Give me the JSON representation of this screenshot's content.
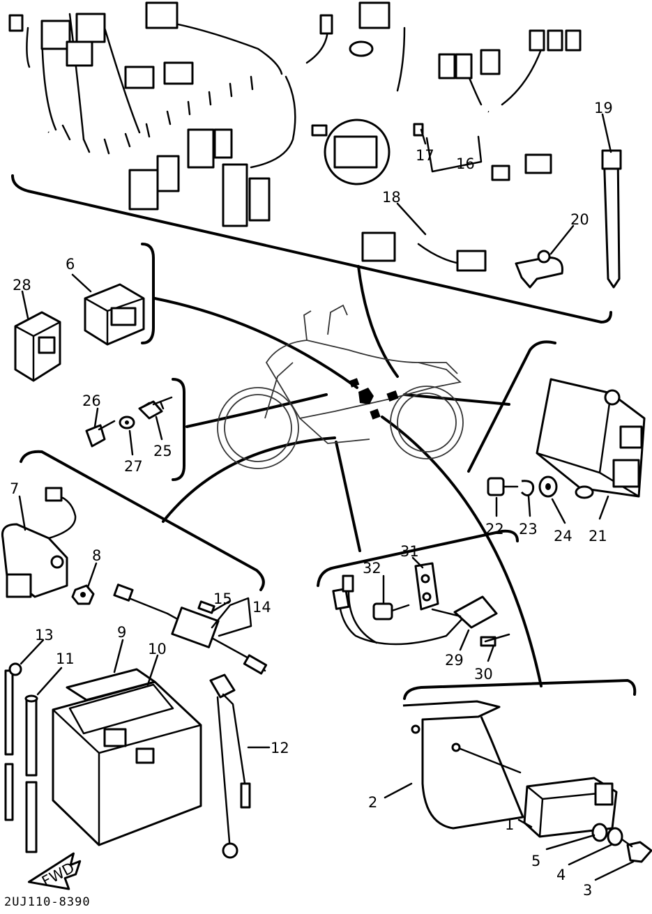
{
  "callouts": {
    "c1": "1",
    "c2": "2",
    "c3": "3",
    "c4": "4",
    "c5": "5",
    "c6": "6",
    "c7": "7",
    "c8": "8",
    "c9": "9",
    "c10": "10",
    "c11": "11",
    "c12": "12",
    "c13": "13",
    "c14": "14",
    "c15": "15",
    "c16": "16",
    "c17": "17",
    "c18": "18",
    "c19": "19",
    "c20": "20",
    "c21": "21",
    "c22": "22",
    "c23": "23",
    "c24": "24",
    "c25": "25",
    "c26": "26",
    "c27": "27",
    "c28": "28",
    "c29": "29",
    "c30": "30",
    "c31": "31",
    "c32": "32"
  },
  "fwd_label": "FWD",
  "footer_code": "2UJ110-8390"
}
